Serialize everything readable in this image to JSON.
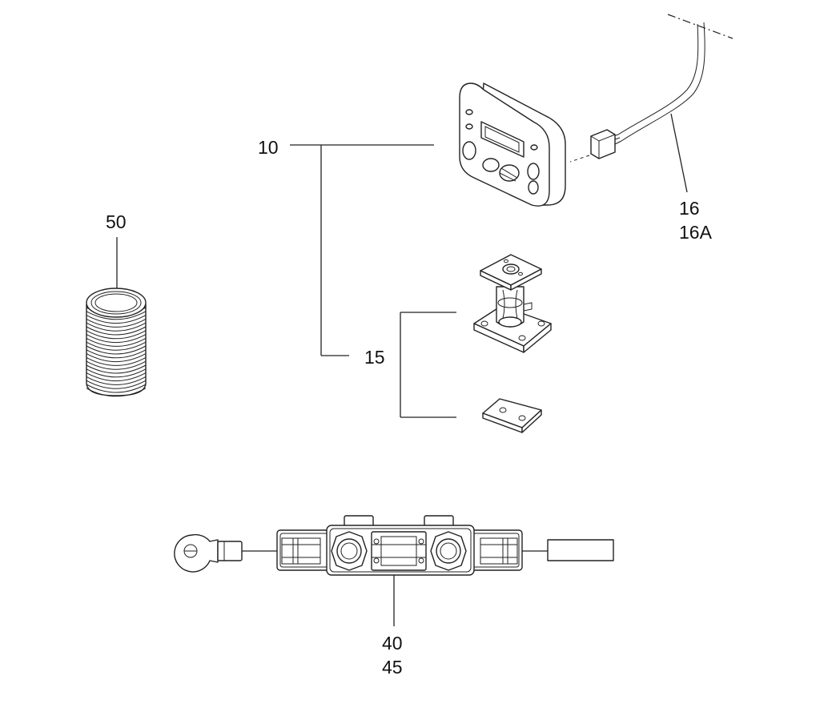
{
  "callouts": {
    "c10": "10",
    "c15": "15",
    "c16": "16",
    "c16a": "16A",
    "c40": "40",
    "c45": "45",
    "c50": "50"
  },
  "parts": {
    "control_panel": "control-panel",
    "wire_harness": "wire-harness",
    "mounting_bracket": "mounting-bracket",
    "mounting_plate": "mounting-plate",
    "fuse_holder": "fuse-holder",
    "coil_cable": "coiled-cable"
  }
}
